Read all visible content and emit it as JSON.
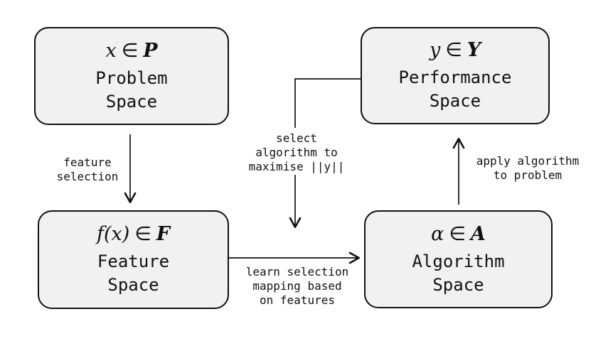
{
  "colors": {
    "background": "#ffffff",
    "box_fill": "#f1f1f1",
    "box_border": "#111111",
    "arrow": "#111111",
    "text": "#111111"
  },
  "boxes": [
    {
      "name": "problem-space",
      "formula": {
        "var": "x",
        "rel": "∈",
        "set": "P"
      },
      "label": "Problem\nSpace"
    },
    {
      "name": "performance-space",
      "formula": {
        "var": "y",
        "rel": "∈",
        "set": "Y"
      },
      "label": "Performance\nSpace"
    },
    {
      "name": "feature-space",
      "formula": {
        "var": "f(x)",
        "rel": "∈",
        "set": "F"
      },
      "label": "Feature\nSpace"
    },
    {
      "name": "algorithm-space",
      "formula": {
        "var": "α",
        "rel": "∈",
        "set": "A"
      },
      "label": "Algorithm\nSpace"
    }
  ],
  "edges": [
    {
      "name": "feature-selection",
      "from": "problem-space",
      "to": "feature-space",
      "label": "feature\nselection"
    },
    {
      "name": "select-algorithm",
      "from": "performance-space",
      "to": "selection-mapping",
      "label": "select\nalgorithm to\nmaximise ||y||"
    },
    {
      "name": "learn-mapping",
      "from": "feature-space",
      "to": "algorithm-space",
      "label": "learn selection\nmapping based\non features"
    },
    {
      "name": "apply-algorithm",
      "from": "algorithm-space",
      "to": "performance-space",
      "label": "apply algorithm\nto problem"
    }
  ]
}
